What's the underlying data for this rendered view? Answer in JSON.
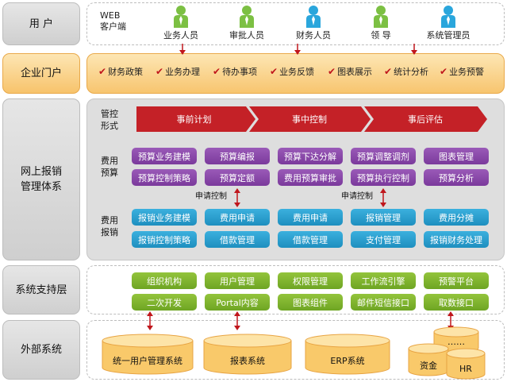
{
  "rows": {
    "users": "用 户",
    "portal": "企业门户",
    "reimbursement_line1": "网上报销",
    "reimbursement_line2": "管理体系",
    "support": "系统支持层",
    "external": "外部系统"
  },
  "users_panel": {
    "web_line1": "WEB",
    "web_line2": "客户端",
    "roles": [
      "业务人员",
      "审批人员",
      "财务人员",
      "领 导",
      "系统管理员"
    ],
    "colors": {
      "green": "#7cc043",
      "blue": "#2aa6dc"
    }
  },
  "portal_items": [
    "财务政策",
    "业务办理",
    "待办事项",
    "业务反馈",
    "图表展示",
    "统计分析",
    "业务预警"
  ],
  "control": {
    "label_line1": "管控",
    "label_line2": "形式",
    "stages": [
      "事前计划",
      "事中控制",
      "事后评估"
    ]
  },
  "budget": {
    "label_line1": "费用",
    "label_line2": "预算",
    "row1": [
      "预算业务建模",
      "预算编报",
      "预算下达分解",
      "预算调整调剂",
      "图表管理"
    ],
    "row2": [
      "预算控制策略",
      "预算定额",
      "费用预算审批",
      "预算执行控制",
      "预算分析"
    ]
  },
  "apply_control": [
    "申请控制",
    "申请控制"
  ],
  "expense": {
    "label_line1": "费用",
    "label_line2": "报销",
    "row1": [
      "报销业务建模",
      "费用申请",
      "费用申请",
      "报销管理",
      "费用分摊"
    ],
    "row2": [
      "报销控制策略",
      "借款管理",
      "借款管理",
      "支付管理",
      "报销财务处理"
    ]
  },
  "support_items": {
    "row1": [
      "组织机构",
      "用户管理",
      "权限管理",
      "工作流引擎",
      "预警平台"
    ],
    "row2": [
      "二次开发",
      "Portal内容",
      "图表组件",
      "邮件短信接口",
      "取数接口"
    ]
  },
  "external_systems": [
    "统一用户管理系统",
    "报表系统",
    "ERP系统",
    "资金",
    "HR",
    "……"
  ],
  "colors": {
    "arrow_red": "#c0161c",
    "chevron_red": "#c42127",
    "purple": "#8a48ab",
    "teal": "#2a9fd0",
    "green": "#7fb530",
    "orange": "#f7c36b"
  }
}
